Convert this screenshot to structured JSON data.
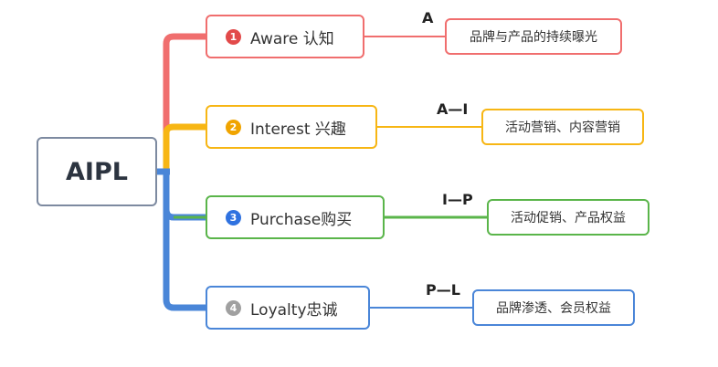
{
  "root": {
    "label": "AIPL"
  },
  "stages": [
    {
      "num": "1",
      "label": "Aware 认知",
      "edge_label": "A",
      "leaf": "品牌与产品的持续曝光",
      "color": "#f06e6e",
      "num_color": "#e24a4a"
    },
    {
      "num": "2",
      "label": "Interest 兴趣",
      "edge_label": "A—I",
      "leaf": "活动营销、内容营销",
      "color": "#f7b614",
      "num_color": "#f0a400"
    },
    {
      "num": "3",
      "label": "Purchase购买",
      "edge_label": "I—P",
      "leaf": "活动促销、产品权益",
      "color": "#5ab54a",
      "num_color": "#2f72e0"
    },
    {
      "num": "4",
      "label": "Loyalty忠诚",
      "edge_label": "P—L",
      "leaf": "品牌渗透、会员权益",
      "color": "#4a86d8",
      "num_color": "#a0a0a0"
    }
  ]
}
